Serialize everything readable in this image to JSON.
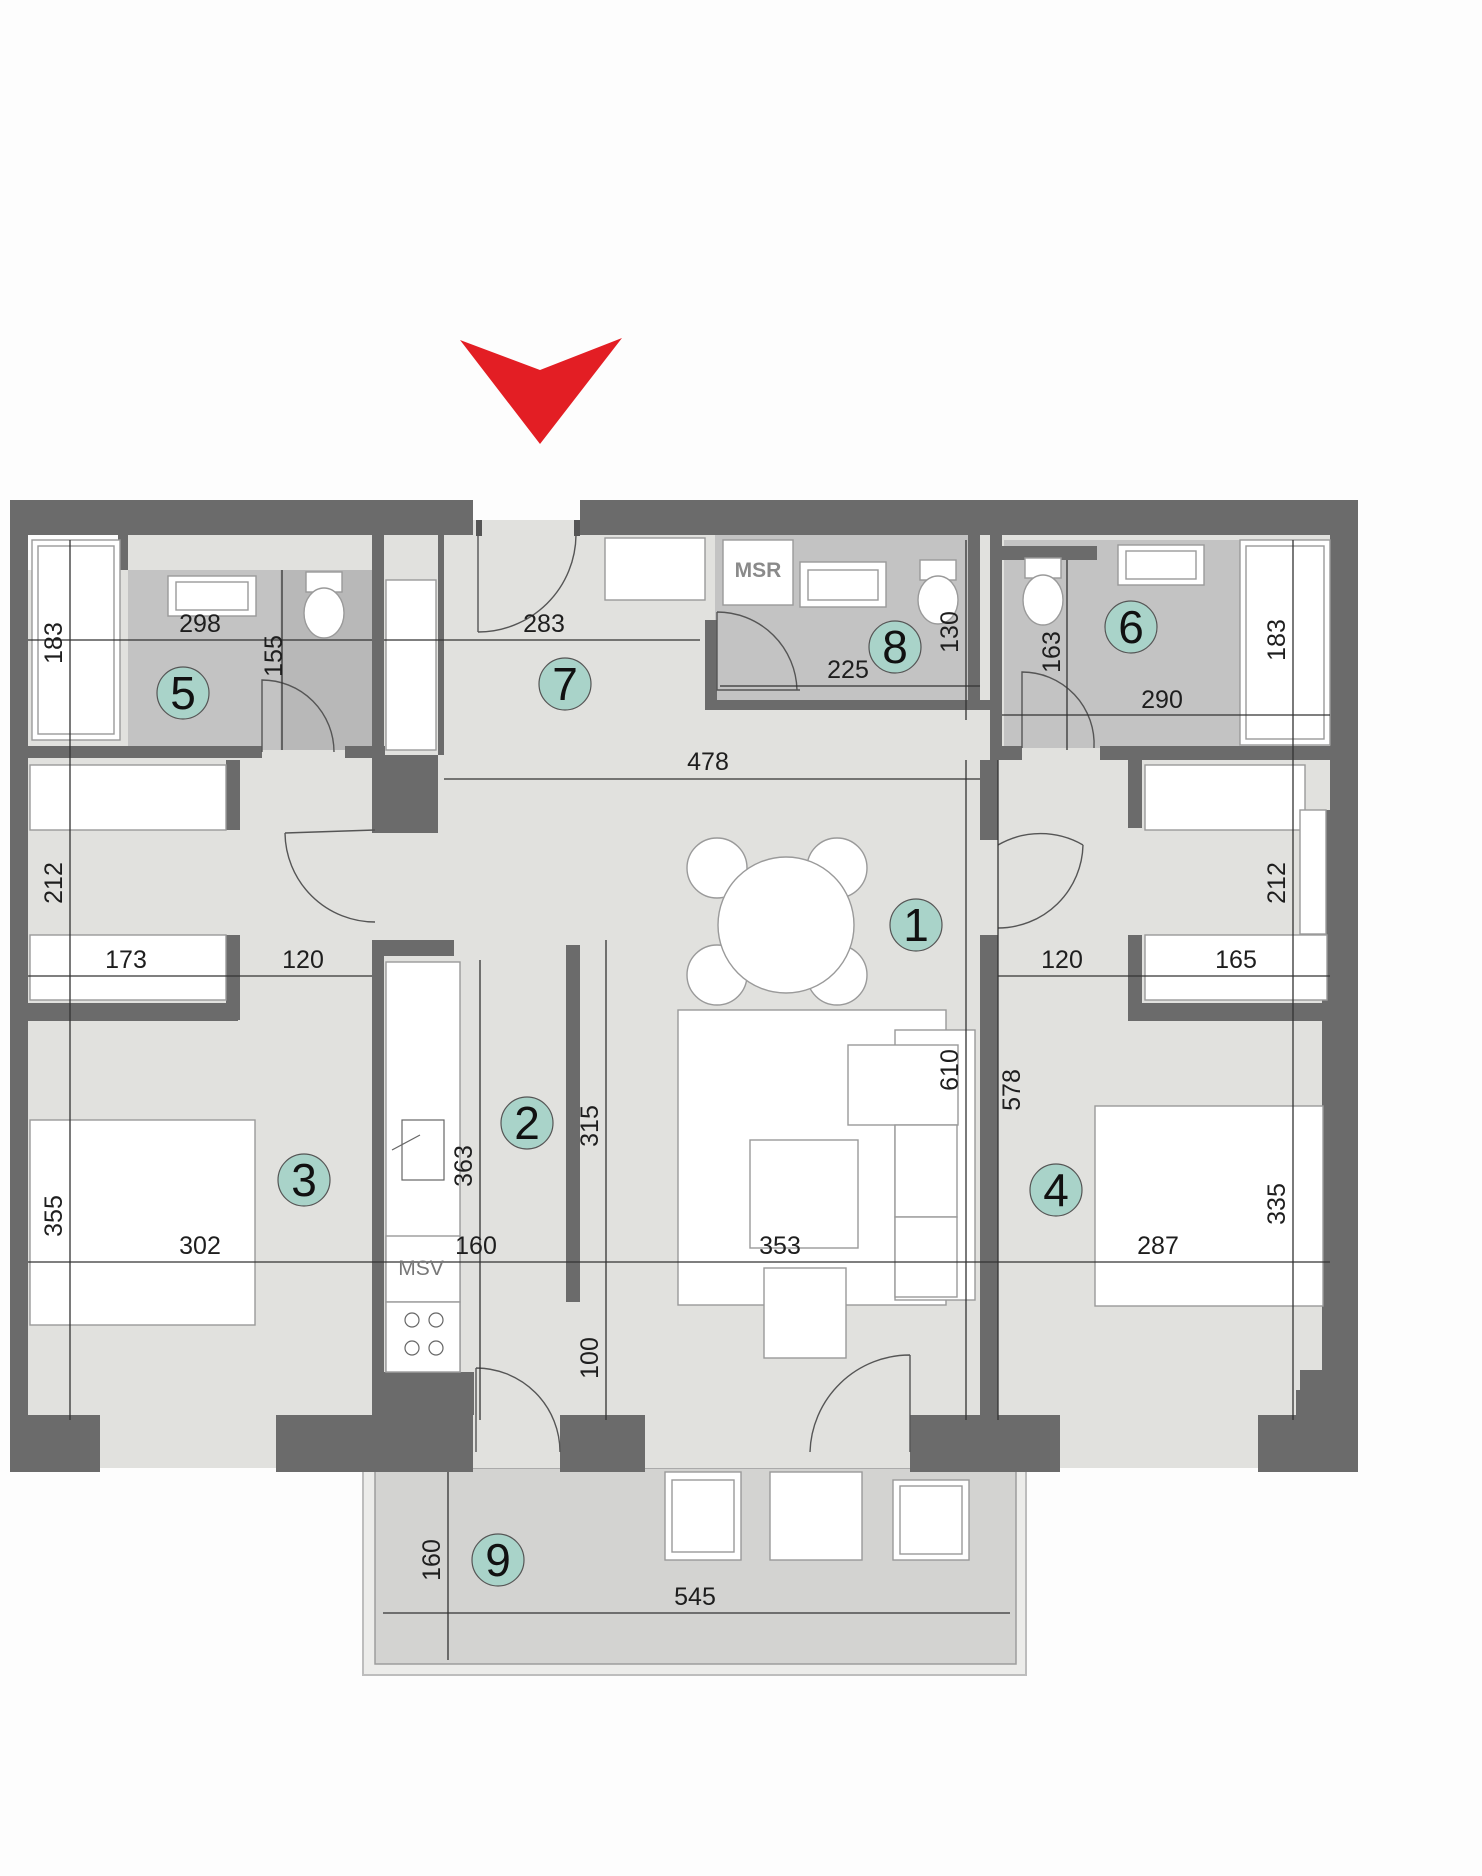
{
  "entrance_arrow": {
    "color": "#e31e24",
    "icon": "entrance-arrow-icon"
  },
  "colors": {
    "wall": "#6b6b6b",
    "floor": "#e1e1de",
    "wet_room": "#c3c3c3",
    "balcony": "#d3d3d1",
    "room_badge": "#a9d3c9"
  },
  "rooms": [
    {
      "number": "1"
    },
    {
      "number": "2"
    },
    {
      "number": "3"
    },
    {
      "number": "4"
    },
    {
      "number": "5"
    },
    {
      "number": "6"
    },
    {
      "number": "7"
    },
    {
      "number": "8"
    },
    {
      "number": "9"
    }
  ],
  "dimensions": {
    "bath5_width": "298",
    "bath5_height": "183",
    "bath5_wc": "155",
    "hall_width": "283",
    "bath8_width": "225",
    "bath8_height": "130",
    "bath6_width": "290",
    "bath6_height": "183",
    "bath6_wc": "163",
    "living_width": "478",
    "closet3_height": "212",
    "closet3_width": "173",
    "passage3_width": "120",
    "passage4_width": "120",
    "closet4_width": "165",
    "closet4_height": "212",
    "living_height": "610",
    "room4_height_total": "578",
    "kitchen_height": "363",
    "kitchen_island": "315",
    "room3_height": "355",
    "room3_width": "302",
    "kitchen_width": "160",
    "living_span": "353",
    "room4_width": "287",
    "room4_height": "335",
    "door_gap": "100",
    "balcony_depth": "160",
    "balcony_width": "545"
  },
  "labels": {
    "msr": "MSR",
    "msv": "MSV"
  }
}
